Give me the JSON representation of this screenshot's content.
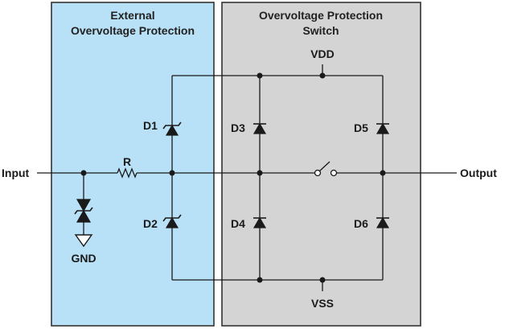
{
  "panels": {
    "external": {
      "title_line1": "External",
      "title_line2": "Overvoltage Protection",
      "fill": "#b8e0f6"
    },
    "switch": {
      "title_line1": "Overvoltage Protection",
      "title_line2": "Switch",
      "fill": "#d4d4d4"
    }
  },
  "terminals": {
    "input": "Input",
    "output": "Output",
    "vdd": "VDD",
    "vss": "VSS",
    "gnd": "GND"
  },
  "components": {
    "resistor": "R",
    "d1": "D1",
    "d2": "D2",
    "d3": "D3",
    "d4": "D4",
    "d5": "D5",
    "d6": "D6"
  },
  "colors": {
    "wire": "#1a1a1a",
    "border": "#333333"
  }
}
